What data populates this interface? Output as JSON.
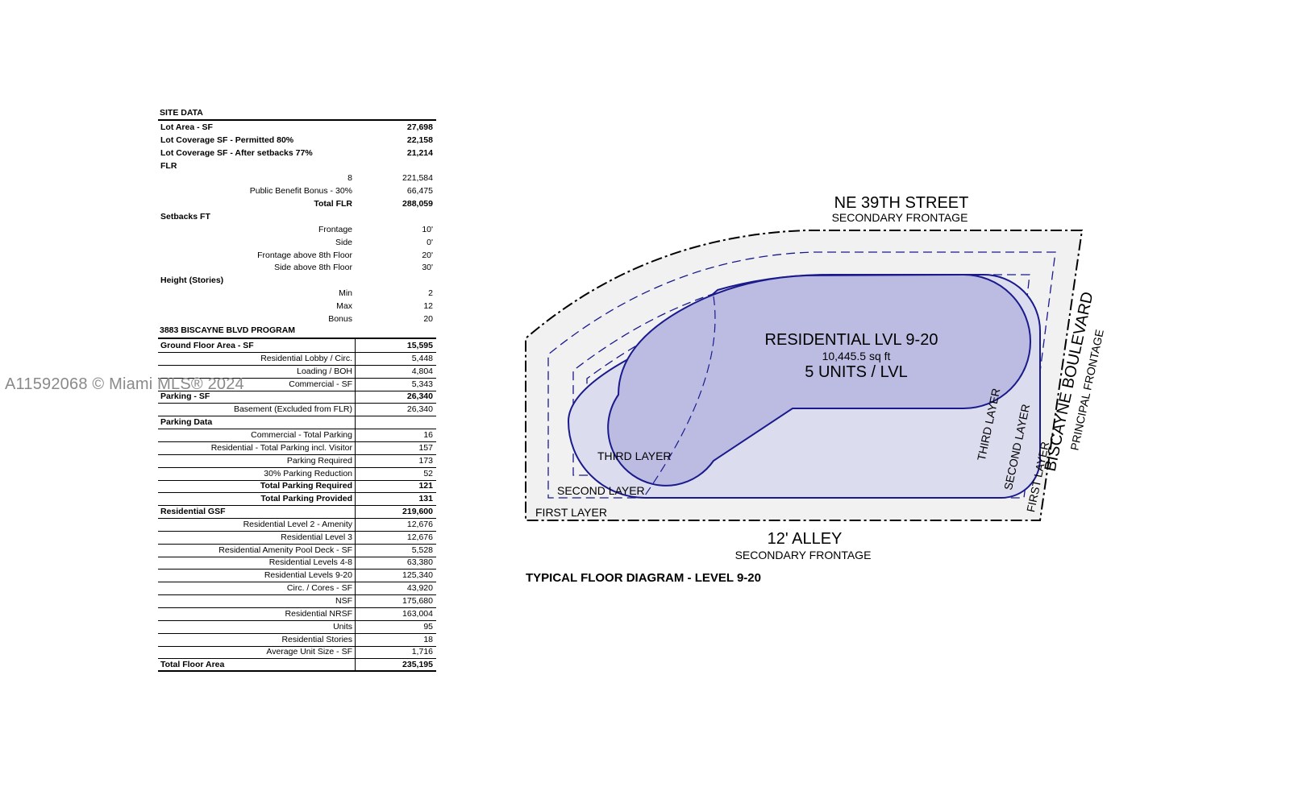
{
  "watermark": "A11592068 © Miami MLS® 2024",
  "site_data": {
    "title": "SITE DATA",
    "rows": [
      {
        "label": "Lot Area - SF",
        "value": "27,698",
        "style": "bold-left"
      },
      {
        "label": "Lot Coverage SF - Permitted 80%",
        "value": "22,158",
        "style": "bold-left"
      },
      {
        "label": "Lot Coverage SF - After setbacks 77%",
        "value": "21,214",
        "style": "bold-left"
      },
      {
        "label": "FLR",
        "value": "",
        "style": "bold-left"
      },
      {
        "label": "8",
        "value": "221,584",
        "style": "right"
      },
      {
        "label": "Public Benefit Bonus - 30%",
        "value": "66,475",
        "style": "right"
      },
      {
        "label": "Total FLR",
        "value": "288,059",
        "style": "bold-right"
      },
      {
        "label": "Setbacks FT",
        "value": "",
        "style": "bold-left"
      },
      {
        "label": "Frontage",
        "value": "10'",
        "style": "right"
      },
      {
        "label": "Side",
        "value": "0'",
        "style": "right"
      },
      {
        "label": "Frontage above 8th Floor",
        "value": "20'",
        "style": "right"
      },
      {
        "label": "Side above 8th Floor",
        "value": "30'",
        "style": "right"
      },
      {
        "label": "Height (Stories)",
        "value": "",
        "style": "bold-left"
      },
      {
        "label": "Min",
        "value": "2",
        "style": "right"
      },
      {
        "label": "Max",
        "value": "12",
        "style": "right"
      },
      {
        "label": "Bonus",
        "value": "20",
        "style": "right"
      }
    ]
  },
  "program": {
    "title": "3883 BISCAYNE BLVD PROGRAM",
    "rows": [
      {
        "label": "Ground Floor Area - SF",
        "value": "15,595",
        "style": "bold-left"
      },
      {
        "label": "Residential Lobby / Circ.",
        "value": "5,448",
        "style": "right"
      },
      {
        "label": "Loading / BOH",
        "value": "4,804",
        "style": "right"
      },
      {
        "label": "Commercial - SF",
        "value": "5,343",
        "style": "right"
      },
      {
        "label": "Parking - SF",
        "value": "26,340",
        "style": "bold-left"
      },
      {
        "label": "Basement (Excluded from FLR)",
        "value": "26,340",
        "style": "right"
      },
      {
        "label": "Parking Data",
        "value": "",
        "style": "bold-left"
      },
      {
        "label": "Commercial - Total Parking",
        "value": "16",
        "style": "right"
      },
      {
        "label": "Residential - Total Parking incl. Visitor",
        "value": "157",
        "style": "right"
      },
      {
        "label": "Parking Required",
        "value": "173",
        "style": "right"
      },
      {
        "label": "30% Parking Reduction",
        "value": "52",
        "style": "right"
      },
      {
        "label": "Total Parking Required",
        "value": "121",
        "style": "bold-right"
      },
      {
        "label": "Total Parking Provided",
        "value": "131",
        "style": "bold-right"
      },
      {
        "label": "Residential GSF",
        "value": "219,600",
        "style": "bold-left"
      },
      {
        "label": "Residential Level 2 - Amenity",
        "value": "12,676",
        "style": "right"
      },
      {
        "label": "Residential Level 3",
        "value": "12,676",
        "style": "right"
      },
      {
        "label": "Residential Amenity Pool Deck - SF",
        "value": "5,528",
        "style": "right"
      },
      {
        "label": "Residential Levels 4-8",
        "value": "63,380",
        "style": "right"
      },
      {
        "label": "Residential Levels 9-20",
        "value": "125,340",
        "style": "right"
      },
      {
        "label": "Circ. / Cores - SF",
        "value": "43,920",
        "style": "right"
      },
      {
        "label": "NSF",
        "value": "175,680",
        "style": "right"
      },
      {
        "label": "Residential NRSF",
        "value": "163,004",
        "style": "right"
      },
      {
        "label": "Units",
        "value": "95",
        "style": "right"
      },
      {
        "label": "Residential Stories",
        "value": "18",
        "style": "right"
      },
      {
        "label": "Average Unit Size - SF",
        "value": "1,716",
        "style": "right"
      },
      {
        "label": "Total Floor Area",
        "value": "235,195",
        "style": "bold-left"
      }
    ]
  },
  "diagram": {
    "top_street": "NE 39TH STREET",
    "top_frontage": "SECONDARY FRONTAGE",
    "bottom_street": "12' ALLEY",
    "bottom_frontage": "SECONDARY FRONTAGE",
    "right_street": "BISCAYNE BOULEVARD",
    "right_frontage": "PRINCIPAL FRONTAGE",
    "footprint_title": "RESIDENTIAL LVL 9-20",
    "footprint_area": "10,445.5 sq ft",
    "footprint_units": "5 UNITS / LVL",
    "layer_first": "FIRST LAYER",
    "layer_second": "SECOND LAYER",
    "layer_third": "THIRD LAYER",
    "caption": "TYPICAL FLOOR DIAGRAM - LEVEL 9-20",
    "colors": {
      "line": "#1a1a8c",
      "fill_light": "#dcdcef",
      "fill_dark": "#bcbce3",
      "setback": "#f1f1f1"
    }
  }
}
